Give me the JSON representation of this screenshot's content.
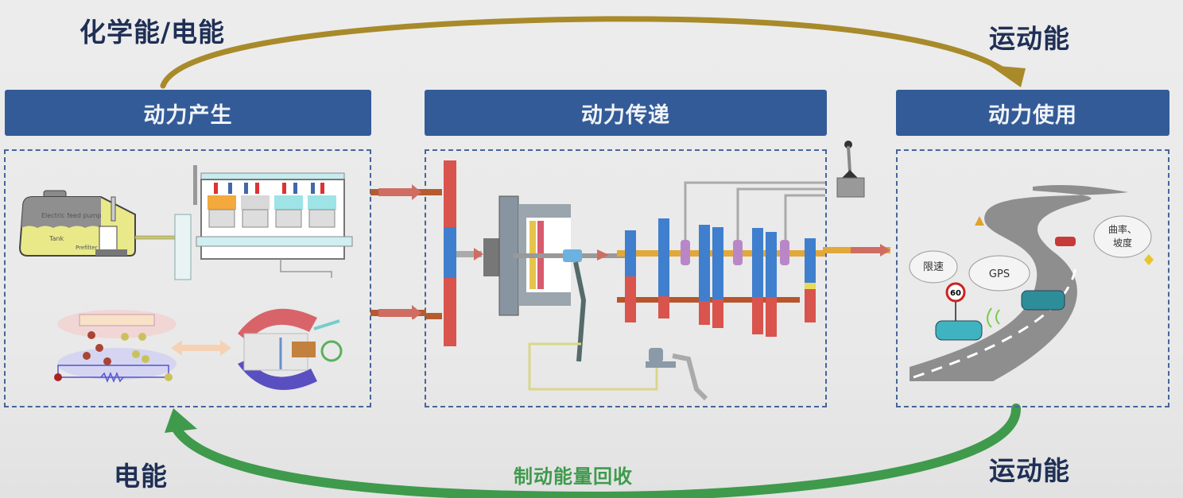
{
  "top_flow": {
    "source_label": "化学能/电能",
    "target_label": "运动能",
    "arrow_color": "#a88a2a"
  },
  "bottom_flow": {
    "source_label": "运动能",
    "target_label": "电能",
    "caption": "制动能量回收",
    "arrow_color": "#3f9a4c"
  },
  "stages": [
    {
      "title": "动力产生"
    },
    {
      "title": "动力传递"
    },
    {
      "title": "动力使用"
    }
  ],
  "generation_panel": {
    "tank_labels": {
      "pump": "Electric feed pump",
      "tank": "Tank",
      "prefilter": "Prefilter"
    }
  },
  "usage_panel": {
    "bubbles": [
      "限速",
      "GPS",
      "曲率、",
      "坡度"
    ],
    "speed_sign": "60"
  },
  "colors": {
    "header_bg": "#335b98",
    "header_text": "#f2f4f8",
    "panel_border": "#46659a",
    "energy_text": "#1f2f55"
  }
}
